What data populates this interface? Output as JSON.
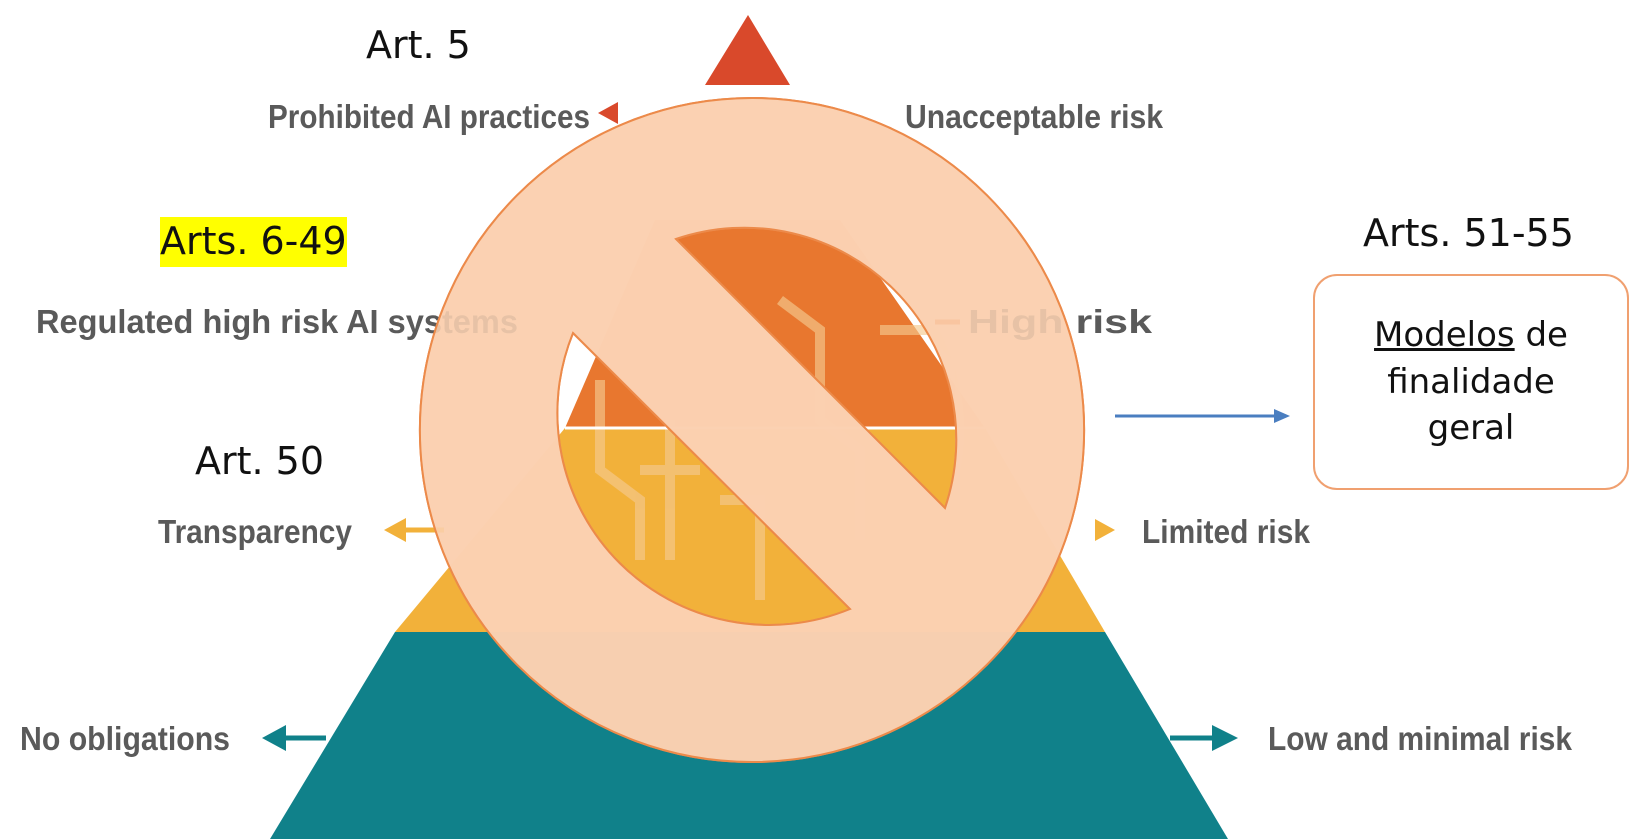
{
  "articles": {
    "prohibited": "Art. 5",
    "high_risk": "Arts. 6-49",
    "transparency": "Art. 50",
    "general_purpose": "Arts. 51-55"
  },
  "left_labels": {
    "prohibited": "Prohibited AI practices",
    "high_risk": "Regulated high risk AI systems",
    "transparency": "Transparency",
    "no_obligations": "No obligations"
  },
  "right_labels": {
    "unacceptable": "Unacceptable risk",
    "high": "High risk",
    "limited": "Limited risk",
    "minimal": "Low and minimal risk"
  },
  "general_purpose_box": {
    "word1": "Modelos",
    "word2": " de",
    "line2": "finalidade",
    "line3": "geral"
  },
  "colors": {
    "unacceptable": "#d9492b",
    "high": "#e8772f",
    "limited": "#f2b13a",
    "minimal": "#10818a",
    "overlay": "#fbd0b0",
    "connector": "#4a7ec0"
  },
  "icons": {
    "prohibition": "prohibition-sign-icon"
  }
}
